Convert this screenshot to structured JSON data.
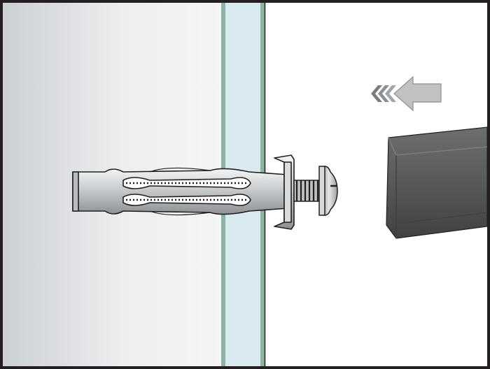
{
  "diagram": {
    "colors": {
      "frame": "#231f20",
      "wall_light": "#f4f5f6",
      "wall_dark": "#cdd0d3",
      "panel_fill": "#d8eaf0",
      "panel_edge": "#8fb3a2",
      "anchor_metal": "#c9ccce",
      "anchor_shadow": "#8e9194",
      "arrow": "#bfc1c3",
      "hammer": "#58595b",
      "hammer_dark": "#414143"
    },
    "icons": {
      "wall": "wall-section",
      "board": "drywall-panel",
      "anchor": "hollow-wall-anchor",
      "screw": "machine-screw",
      "direction": "arrow-left-icon",
      "tool": "hammer-head-icon"
    }
  }
}
